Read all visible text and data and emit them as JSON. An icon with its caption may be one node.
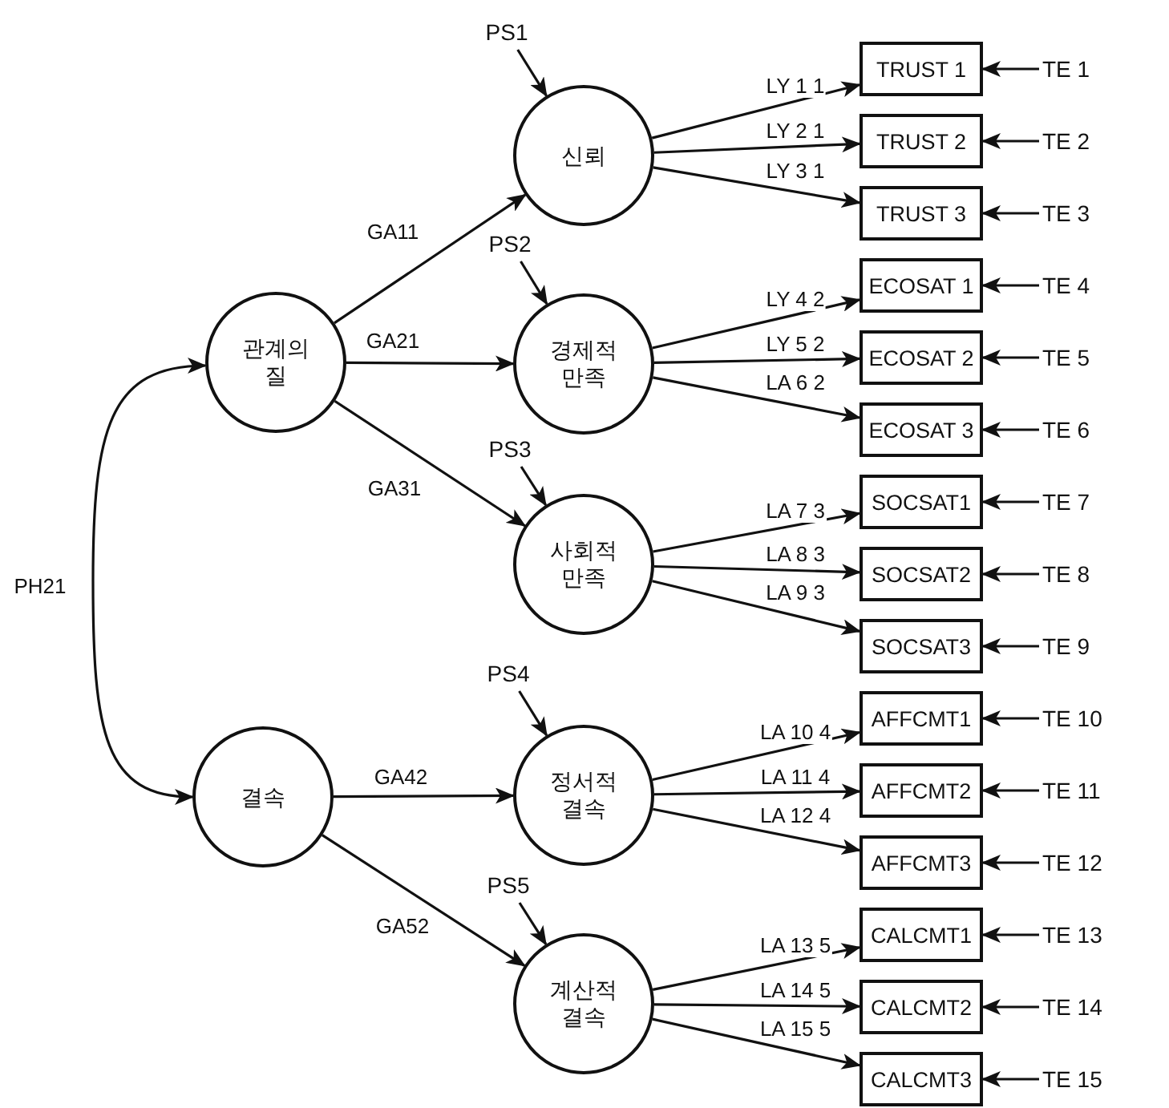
{
  "diagram": {
    "nodes": [
      {
        "text": [
          "관계의 질"
        ]
      },
      {
        "text": [
          "결속"
        ]
      },
      {
        "text": [
          "신뢰"
        ]
      },
      {
        "text": [
          "경제적 만족"
        ]
      },
      {
        "text": [
          "사회적 만족"
        ]
      },
      {
        "text": [
          "정서적 결속"
        ]
      },
      {
        "text": [
          "계산적 결속"
        ]
      },
      {
        "text": [
          "TRUST 1"
        ]
      },
      {
        "text": [
          "TRUST 2"
        ]
      },
      {
        "text": [
          "TRUST 3"
        ]
      },
      {
        "text": [
          "ECOSAT 1"
        ]
      },
      {
        "text": [
          "ECOSAT 2"
        ]
      },
      {
        "text": [
          "ECOSAT 3"
        ]
      },
      {
        "text": [
          "SOCSAT1"
        ]
      },
      {
        "text": [
          "SOCSAT2"
        ]
      },
      {
        "text": [
          "SOCSAT3"
        ]
      },
      {
        "text": [
          "AFFCMT1"
        ]
      },
      {
        "text": [
          "AFFCMT2"
        ]
      },
      {
        "text": [
          "AFFCMT3"
        ]
      },
      {
        "text": [
          "CALCMT1"
        ]
      },
      {
        "text": [
          "CALCMT2"
        ]
      },
      {
        "text": [
          "CALCMT3"
        ]
      },
      {
        "text": [
          "TE 1"
        ]
      },
      {
        "text": [
          "TE 2"
        ]
      },
      {
        "text": [
          "TE 3"
        ]
      },
      {
        "text": [
          "TE 4"
        ]
      },
      {
        "text": [
          "TE 5"
        ]
      },
      {
        "text": [
          "TE 6"
        ]
      },
      {
        "text": [
          "TE 7"
        ]
      },
      {
        "text": [
          "TE 8"
        ]
      },
      {
        "text": [
          "TE 9"
        ]
      },
      {
        "text": [
          "TE 10"
        ]
      },
      {
        "text": [
          "TE 11"
        ]
      },
      {
        "text": [
          "TE 12"
        ]
      },
      {
        "text": [
          "TE 13"
        ]
      },
      {
        "text": [
          "TE 14"
        ]
      },
      {
        "text": [
          "TE 15"
        ]
      },
      {
        "text": [
          "PS1"
        ]
      },
      {
        "text": [
          "PS2"
        ]
      },
      {
        "text": [
          "PS3"
        ]
      },
      {
        "text": [
          "PS4"
        ]
      },
      {
        "text": [
          "PS5"
        ]
      }
    ],
    "edges": [
      {
        "from": 0,
        "to": 1,
        "arrow": "both",
        "label": "PH21"
      },
      {
        "from": 0,
        "to": 2,
        "arrow": "to",
        "label": "GA11"
      },
      {
        "from": 0,
        "to": 3,
        "arrow": "to",
        "label": "GA21"
      },
      {
        "from": 0,
        "to": 4,
        "arrow": "to",
        "label": "GA31"
      },
      {
        "from": 1,
        "to": 5,
        "arrow": "to",
        "label": "GA42"
      },
      {
        "from": 1,
        "to": 6,
        "arrow": "to",
        "label": "GA52"
      },
      {
        "from": 37,
        "to": 2,
        "arrow": "to"
      },
      {
        "from": 38,
        "to": 3,
        "arrow": "to"
      },
      {
        "from": 39,
        "to": 4,
        "arrow": "to"
      },
      {
        "from": 40,
        "to": 5,
        "arrow": "to"
      },
      {
        "from": 41,
        "to": 6,
        "arrow": "to"
      },
      {
        "from": 2,
        "to": 7,
        "arrow": "to",
        "label": "LY 1 1"
      },
      {
        "from": 2,
        "to": 8,
        "arrow": "to",
        "label": "LY 2 1"
      },
      {
        "from": 2,
        "to": 9,
        "arrow": "to",
        "label": "LY 3 1"
      },
      {
        "from": 3,
        "to": 10,
        "arrow": "to",
        "label": "LY 4 2"
      },
      {
        "from": 3,
        "to": 11,
        "arrow": "to",
        "label": "LY 5 2"
      },
      {
        "from": 3,
        "to": 12,
        "arrow": "to",
        "label": "LA 6 2"
      },
      {
        "from": 4,
        "to": 13,
        "arrow": "to",
        "label": "LA 7 3"
      },
      {
        "from": 4,
        "to": 14,
        "arrow": "to",
        "label": "LA 8 3"
      },
      {
        "from": 4,
        "to": 15,
        "arrow": "to",
        "label": "LA 9 3"
      },
      {
        "from": 5,
        "to": 16,
        "arrow": "to",
        "label": "LA 10 4"
      },
      {
        "from": 5,
        "to": 17,
        "arrow": "to",
        "label": "LA 11 4"
      },
      {
        "from": 5,
        "to": 18,
        "arrow": "to",
        "label": "LA 12 4"
      },
      {
        "from": 6,
        "to": 19,
        "arrow": "to",
        "label": "LA 13 5"
      },
      {
        "from": 6,
        "to": 20,
        "arrow": "to",
        "label": "LA 14 5"
      },
      {
        "from": 6,
        "to": 21,
        "arrow": "to",
        "label": "LA 15 5"
      },
      {
        "from": 22,
        "to": 7,
        "arrow": "to"
      },
      {
        "from": 23,
        "to": 8,
        "arrow": "to"
      },
      {
        "from": 24,
        "to": 9,
        "arrow": "to"
      },
      {
        "from": 25,
        "to": 10,
        "arrow": "to"
      },
      {
        "from": 26,
        "to": 11,
        "arrow": "to"
      },
      {
        "from": 27,
        "to": 12,
        "arrow": "to"
      },
      {
        "from": 28,
        "to": 13,
        "arrow": "to"
      },
      {
        "from": 29,
        "to": 14,
        "arrow": "to"
      },
      {
        "from": 30,
        "to": 15,
        "arrow": "to"
      },
      {
        "from": 31,
        "to": 16,
        "arrow": "to"
      },
      {
        "from": 32,
        "to": 17,
        "arrow": "to"
      },
      {
        "from": 33,
        "to": 18,
        "arrow": "to"
      },
      {
        "from": 34,
        "to": 19,
        "arrow": "to"
      },
      {
        "from": 35,
        "to": 20,
        "arrow": "to"
      },
      {
        "from": 36,
        "to": 21,
        "arrow": "to"
      }
    ]
  }
}
